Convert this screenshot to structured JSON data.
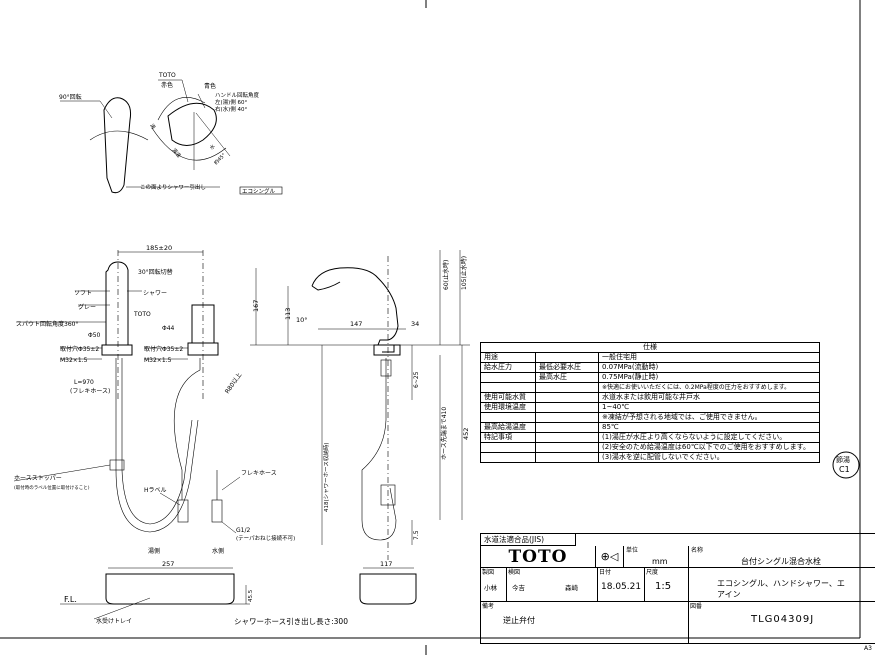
{
  "top_view": {
    "angle90": "90°回転",
    "toto": "TOTO",
    "red": "赤色",
    "blue": "青色",
    "handle_angle": "ハンドル回転角度",
    "left_hot": "左(湯)側 60°",
    "right_cold": "右(水)側 40°",
    "hot": "湯",
    "hot_angle": "湯温",
    "water_label": "水",
    "about45": "約45°",
    "shower_pull": "この面よりシャワー引出し",
    "eco_single": "エコシングル"
  },
  "front_view": {
    "dim185": "185±20",
    "rot30": "30°回転切替",
    "soft": "ソフト",
    "shower": "シャワー",
    "gray": "グレー",
    "toto": "TOTO",
    "spout_rot": "スパウト回転角度360°",
    "phi50": "Φ50",
    "phi44": "Φ44",
    "hole1": "取付穴Φ35±2",
    "hole2": "取付穴Φ35±2",
    "m32a": "M32×1.5",
    "m32b": "M32×1.5",
    "l970": "L=970",
    "flex_note": "(フレキホース)",
    "r80": "R80以上",
    "hose_stopper": "ホースストッパー",
    "hose_stopper_note": "(取付時のラベル位置に取付けること)",
    "h_label": "Hラベル",
    "flex_hose": "フレキホース",
    "g12": "G1/2",
    "g12_note": "(テーパおねじ接続不可)",
    "hot_side": "湯側",
    "water_side": "水側"
  },
  "side_view": {
    "d167": "167",
    "d113": "113",
    "d10": "10°",
    "d147": "147",
    "d34": "34",
    "d60": "60(止水時)",
    "d105": "105(止水時)",
    "d6_25": "6~25",
    "d410": "ホース先端まで410",
    "d452": "452",
    "d418": "418(シャワーホース収納時)",
    "d7_5": "7.5"
  },
  "tray": {
    "d257": "257",
    "d117": "117",
    "fl": "F.L.",
    "d45": "45.5",
    "tray_label": "水受けトレイ",
    "pull_length": "シャワーホース引き出し長さ:300"
  },
  "spec": {
    "header": "仕様",
    "rows": [
      {
        "a": "用途",
        "b": "",
        "c": "一般住宅用"
      },
      {
        "a": "給水圧力",
        "b": "最低必要水圧",
        "c": "0.07MPa(流動時)"
      },
      {
        "a": "",
        "b": "最高水圧",
        "c": "0.75MPa(静止時)"
      },
      {
        "a": "",
        "b": "",
        "c": "※快適にお使いいただくには、0.2MPa程度の圧力をおすすめします。"
      },
      {
        "a": "使用可能水質",
        "b": "",
        "c": "水道水または飲用可能な井戸水"
      },
      {
        "a": "使用環境温度",
        "b": "",
        "c": "1~40℃"
      },
      {
        "a": "",
        "b": "",
        "c": "※凍結が予想される地域では、ご使用できません。"
      },
      {
        "a": "最高給湯温度",
        "b": "",
        "c": "85℃"
      },
      {
        "a": "特記事項",
        "b": "",
        "c": "(1)湯圧が水圧より高くならないように設定してください。"
      },
      {
        "a": "",
        "b": "",
        "c": "(2)安全のため給湯温度は60℃以下でのご使用をおすすめします。"
      },
      {
        "a": "",
        "b": "",
        "c": "(3)湯水を逆に配管しないでください。"
      }
    ]
  },
  "stamp": {
    "line1": "節湯",
    "line2": "C1"
  },
  "title_block": {
    "jis": "水道法適合品(JIS)",
    "logo": "TOTO",
    "unit_label": "単位",
    "unit": "mm",
    "name_label": "名称",
    "name": "台付シングル混合水栓",
    "made_label": "製図",
    "check_label": "検図",
    "made": "小林",
    "check1": "今吉",
    "check2": "森崎",
    "date_label": "日付",
    "date": "18.05.21",
    "scale_label": "尺度",
    "scale": "1:5",
    "desc1": "エコシングル、ハンドシャワー、エ",
    "desc2": "アイン",
    "note_label": "備考",
    "note": "逆止弁付",
    "drawing_label": "図番",
    "drawing_no": "TLG04309J",
    "sheet": "A3"
  }
}
